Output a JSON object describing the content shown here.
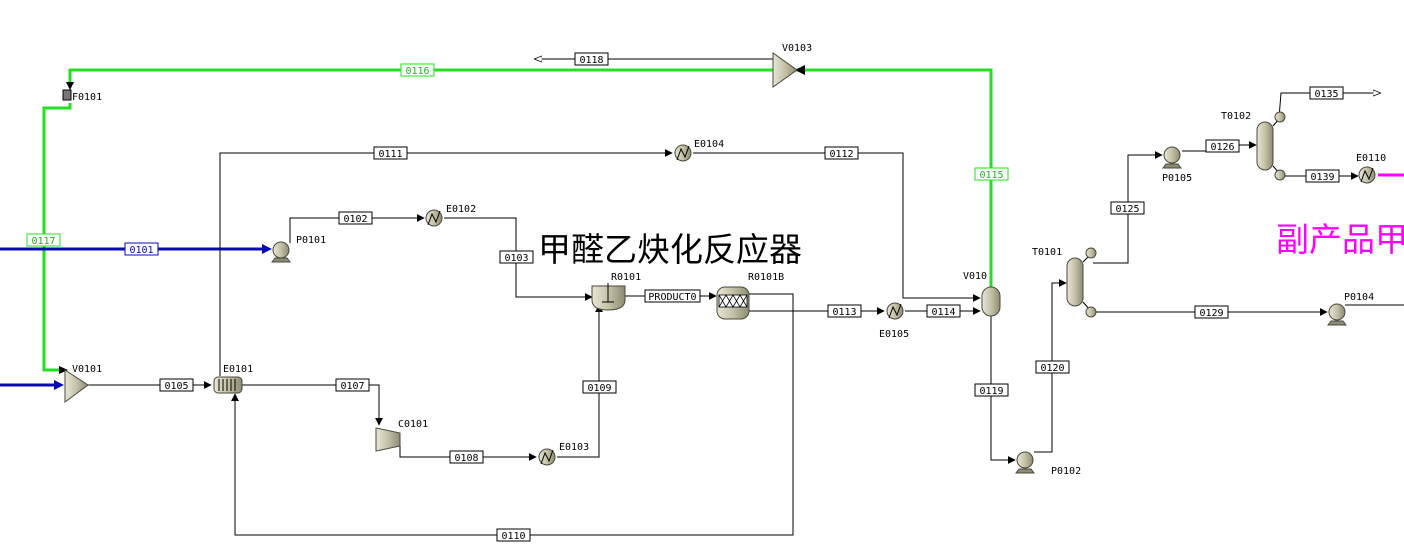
{
  "colors": {
    "stream": "#000000",
    "recycle": "#22e022",
    "feed": "#0a0ab4",
    "byproduct": "#ff00ff",
    "equipment_fill": "#c9c6b0",
    "equipment_stroke": "#4a4a3a"
  },
  "annotations": {
    "reactor_title": "甲醛乙炔化反应器",
    "byproduct_title": "副产品甲"
  },
  "equipment": {
    "F0101": "F0101",
    "V0103": "V0103",
    "E0104": "E0104",
    "E0102": "E0102",
    "P0101": "P0101",
    "R0101": "R0101",
    "R0101B": "R0101B",
    "V0101": "V0101",
    "E0101": "E0101",
    "C0101": "C0101",
    "E0103": "E0103",
    "E0105": "E0105",
    "V0102": "V010",
    "P0102": "P0102",
    "T0101": "T0101",
    "T0102": "T0102",
    "P0105": "P0105",
    "E0110": "E0110",
    "P0104": "P0104"
  },
  "streams": {
    "s0101": "0101",
    "s0102": "0102",
    "s0103": "0103",
    "s0105": "0105",
    "s0107": "0107",
    "s0108": "0108",
    "s0109": "0109",
    "s0110": "0110",
    "s0111": "0111",
    "s0112": "0112",
    "s0113": "0113",
    "s0114": "0114",
    "s0115": "0115",
    "s0116": "0116",
    "s0117": "0117",
    "s0118": "0118",
    "s0119": "0119",
    "s0120": "0120",
    "s0125": "0125",
    "s0126": "0126",
    "s0129": "0129",
    "s0135": "0135",
    "s0139": "0139",
    "product0": "PRODUCT0"
  }
}
